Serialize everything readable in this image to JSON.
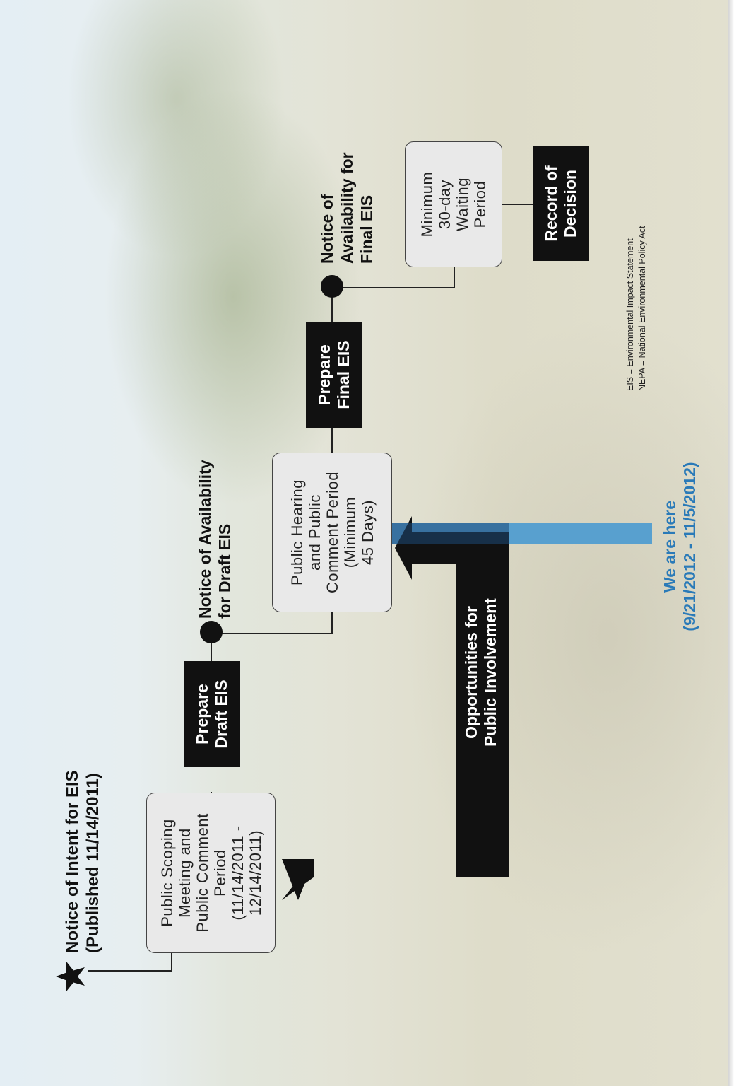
{
  "notices": {
    "intent": "Notice of Intent for EIS\n(Published 11/14/2011)",
    "draft_availability": "Notice of Availability\nfor Draft EIS",
    "final_availability": "Notice of\nAvailability for\nFinal EIS"
  },
  "steps": {
    "scoping": "Public Scoping\nMeeting and\nPublic Comment\nPeriod\n(11/14/2011 -\n12/14/2011)",
    "prepare_draft": "Prepare\nDraft EIS",
    "hearing": "Public Hearing\nand Public\nComment Period\n(Minimum\n45 Days)",
    "prepare_final": "Prepare\nFinal EIS",
    "waiting": "Minimum\n30-day\nWaiting\nPeriod",
    "record": "Record of\nDecision"
  },
  "involvement_label": "Opportunities for\nPublic Involvement",
  "current_status": "We are here\n(9/21/2012 - 11/5/2012)",
  "abbreviations": "EIS = Environmental Impact Statement\nNEPA = National Environmental Policy Act",
  "colors": {
    "dark_box": "#111111",
    "light_box": "#e9e9e9",
    "highlight": "#2a7ab8",
    "highlight_bar": "#4a9ad0"
  },
  "icons": {
    "start": "star-icon",
    "milestone": "filled-circle-icon"
  }
}
